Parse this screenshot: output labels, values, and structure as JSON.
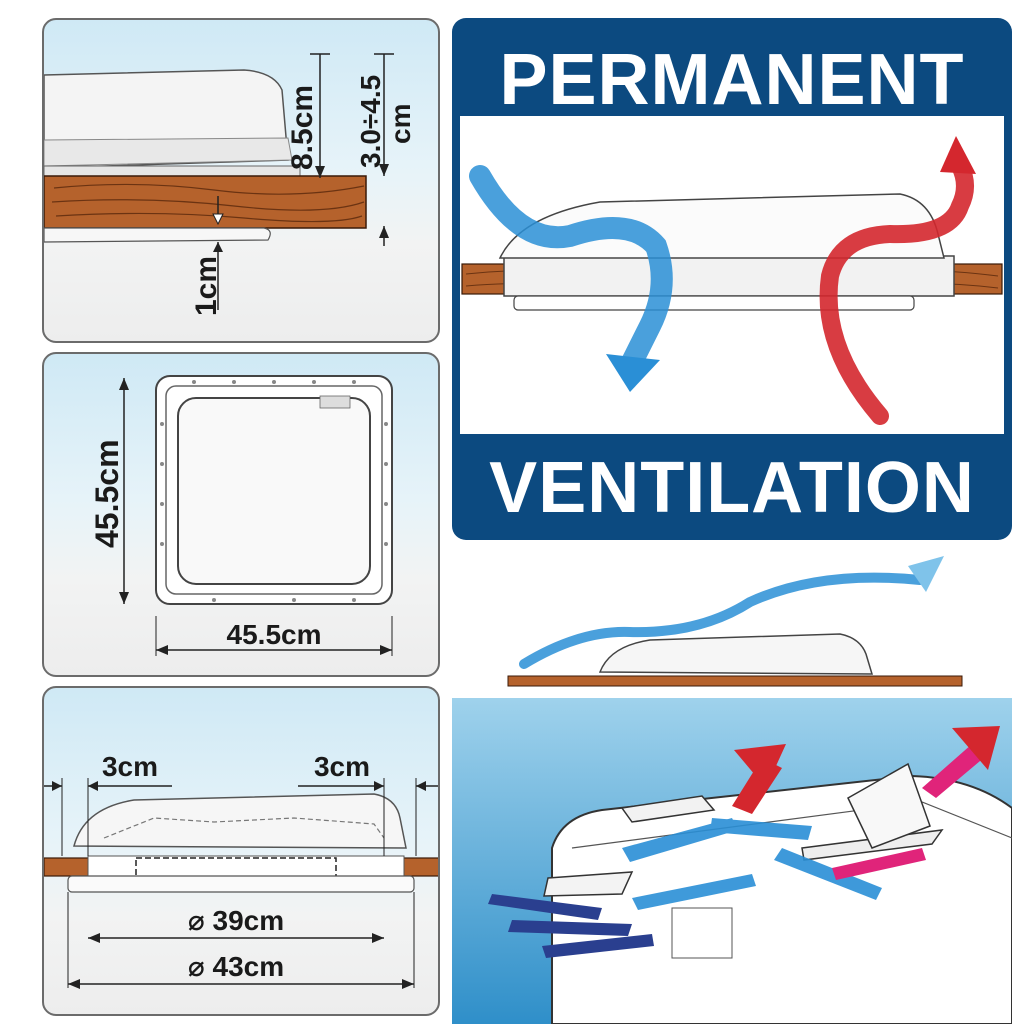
{
  "panel_height": {
    "dim_vent_height": "8.5cm",
    "dim_roof_thickness": "3.0÷4.5 cm",
    "dim_roof_thickness_line1": "3.0÷4.5",
    "dim_roof_thickness_line2": "cm",
    "dim_interior_frame": "1cm"
  },
  "panel_size": {
    "dim_height": "45.5cm",
    "dim_width": "45.5cm"
  },
  "panel_cutout": {
    "dim_left_margin": "3cm",
    "dim_right_margin": "3cm",
    "dim_inner_diameter": "⌀ 39cm",
    "dim_outer_diameter": "⌀ 43cm"
  },
  "banner": {
    "title_top": "PERMANENT",
    "title_bottom": "VENTILATION",
    "background_color": "#0c4a80"
  },
  "colors": {
    "wood": "#a0522d",
    "cold_air": "#2a8fd6",
    "warm_air": "#d4272e",
    "exhaust_pink": "#e0247a",
    "intake_navy": "#2a3f8f"
  }
}
